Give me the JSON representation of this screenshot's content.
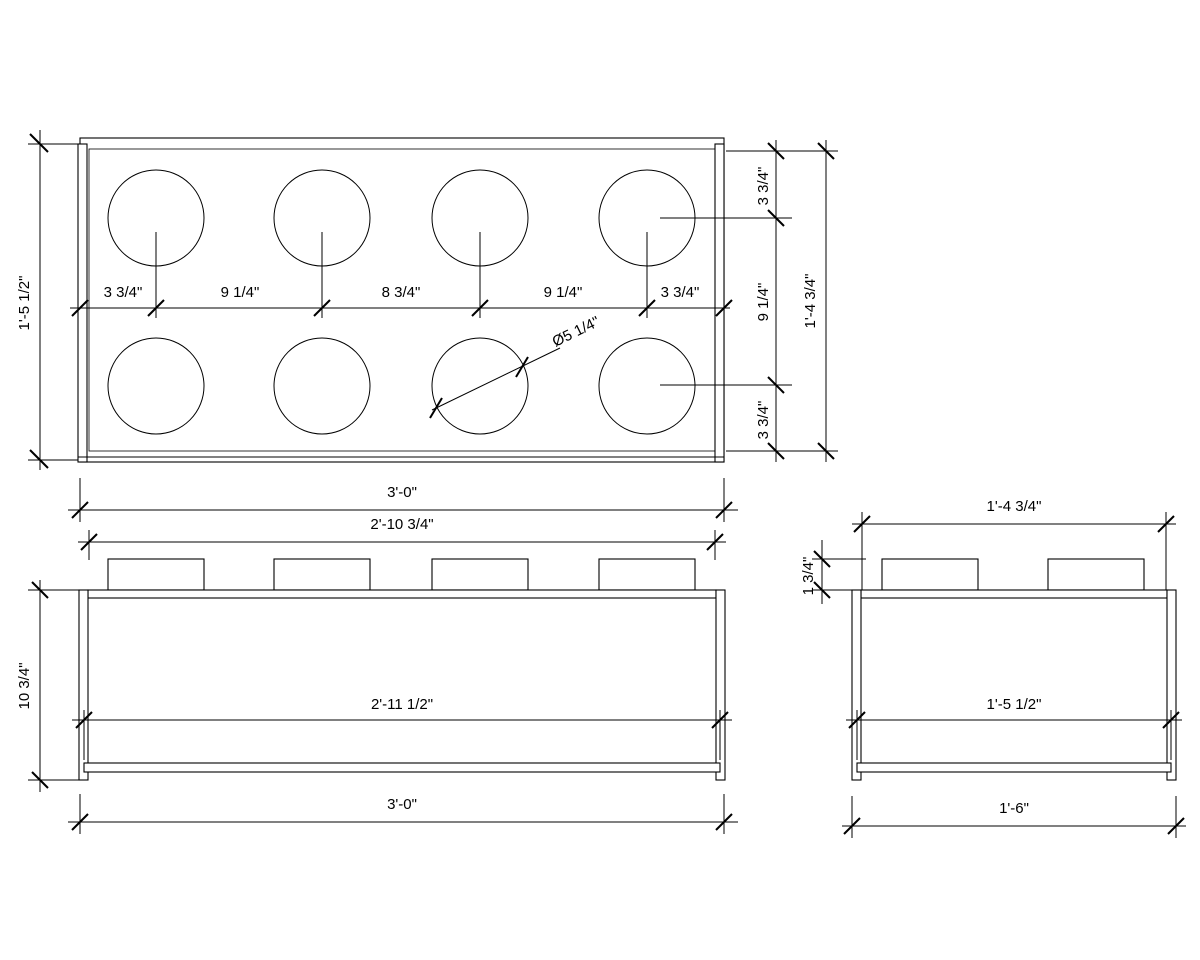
{
  "dimensions": {
    "plan_height": "1'-5 1/2\"",
    "plan_edge_left": "3 3/4\"",
    "plan_spacing_1": "9 1/4\"",
    "plan_spacing_2": "8 3/4\"",
    "plan_spacing_3": "9 1/4\"",
    "plan_edge_right": "3 3/4\"",
    "hole_diameter": "Ø5 1/4\"",
    "right_edge_top": "3 3/4\"",
    "right_middle": "9 1/4\"",
    "right_edge_bottom": "3 3/4\"",
    "right_overall": "1'-4 3/4\"",
    "plan_width": "3'-0\"",
    "front_inner_width": "2'-10 3/4\"",
    "front_height": "10 3/4\"",
    "front_shelf_width": "2'-11 1/2\"",
    "front_overall_width": "3'-0\"",
    "side_top_width": "1'-4 3/4\"",
    "side_lip_height": "1 3/4\"",
    "side_shelf_width": "1'-5 1/2\"",
    "side_overall_width": "1'-6\""
  }
}
